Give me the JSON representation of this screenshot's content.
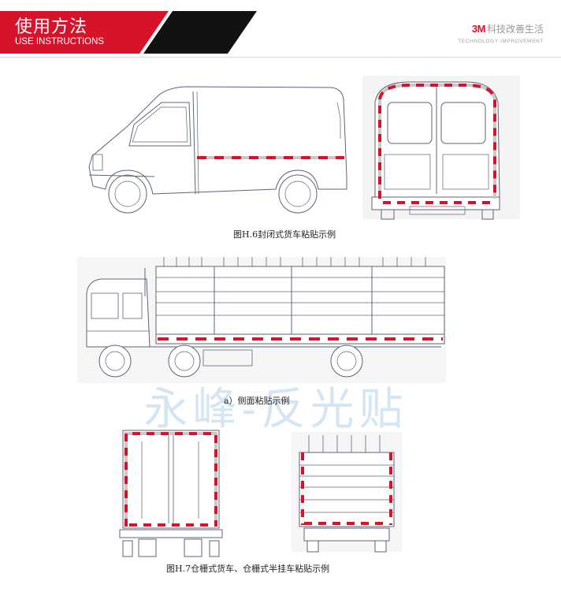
{
  "header": {
    "title_zh": "使用方法",
    "title_en": "USE INSTRUCTIONS",
    "brand_logo": "3M",
    "brand_zh": "科技改善生活",
    "brand_en": "TECHNOLOGY IMPROVEMENT"
  },
  "captions": {
    "fig_h6": "图H.6封闭式货车粘贴示例",
    "side_view": "a）侧面粘贴示例",
    "fig_h7": "图H.7仓栅式货车、仓栅式半挂车粘贴示例"
  },
  "watermark": "永峰-反光贴",
  "colors": {
    "accent_red": "#d7132b",
    "header_dark": "#121212",
    "line_drawing": "#5b6577",
    "watermark": "#d2e4f4"
  }
}
